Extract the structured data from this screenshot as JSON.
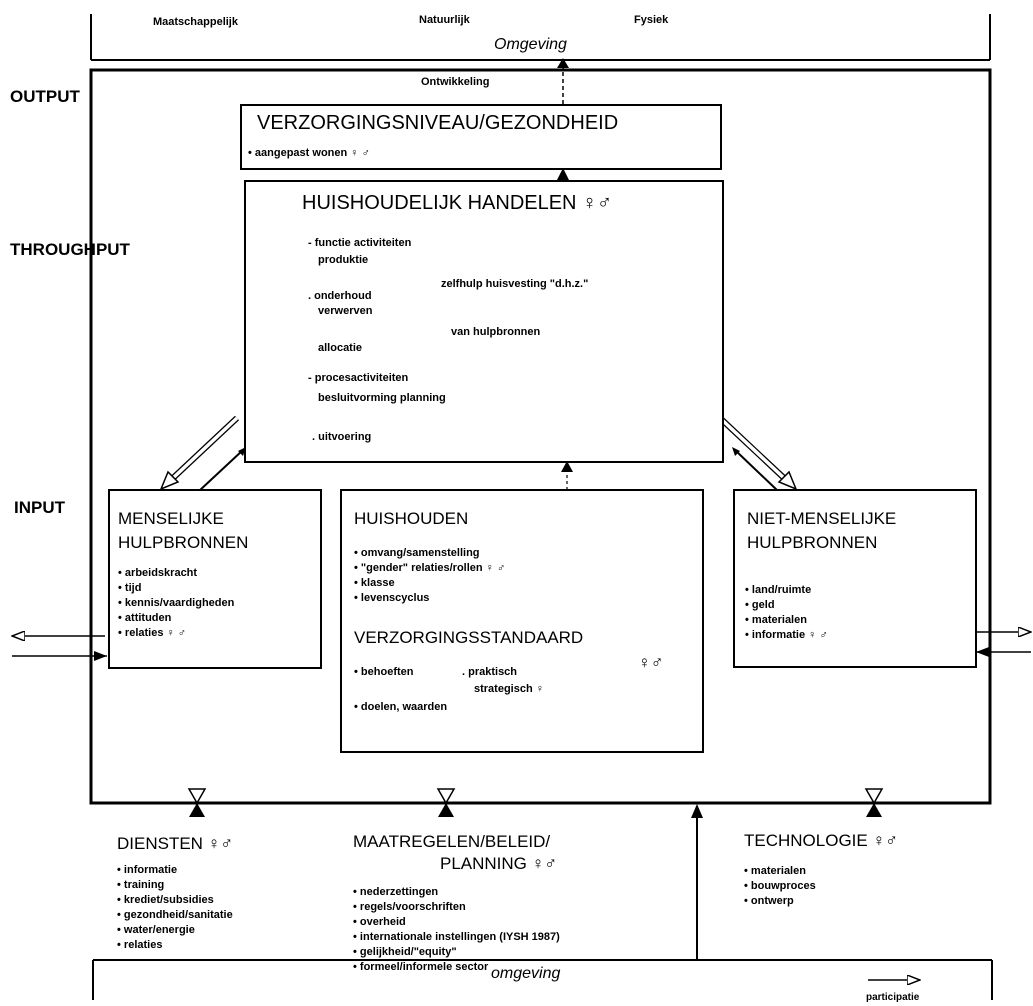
{
  "top_env": {
    "labels": [
      "Maatschappelijk",
      "Natuurlijk",
      "Fysiek"
    ],
    "title": "Omgeving",
    "development": "Ontwikkeling"
  },
  "levels": {
    "output": "OUTPUT",
    "throughput": "THROUGHPUT",
    "input": "INPUT"
  },
  "verzorgingsniveau": {
    "title": "VERZORGINGSNIVEAU/GEZONDHEID",
    "item": "aangepast wonen ♀ ♂"
  },
  "huishoudelijk": {
    "title": "HUISHOUDELIJK HANDELEN ♀♂",
    "func": "- functie activiteiten",
    "produktie": "produktie",
    "onderhoud": ". onderhoud",
    "zelfhulp": "zelfhulp huisvesting \"d.h.z.\"",
    "verwerven": "verwerven",
    "allocatie": "allocatie",
    "hulpbronnen": "van hulpbronnen",
    "proces": "- procesactiviteiten",
    "besluit": "besluitvorming   planning",
    "uitvoering": ". uitvoering"
  },
  "menselijke": {
    "title1": "MENSELIJKE",
    "title2": "HULPBRONNEN",
    "items": [
      "arbeidskracht",
      "tijd",
      "kennis/vaardigheden",
      "attituden",
      "relaties ♀ ♂"
    ]
  },
  "huishouden": {
    "title": "HUISHOUDEN",
    "items": [
      "omvang/samenstelling",
      "\"gender\" relaties/rollen ♀ ♂",
      "klasse",
      "levenscyclus"
    ]
  },
  "verzorgingsstandaard": {
    "title": "VERZORGINGSSTANDAARD",
    "symbols": "♀♂",
    "behoeften": "behoeften",
    "praktisch": ". praktisch",
    "strategisch": "strategisch ♀",
    "doelen": "doelen, waarden"
  },
  "niet_menselijke": {
    "title1": "NIET-MENSELIJKE",
    "title2": "HULPBRONNEN",
    "items": [
      "land/ruimte",
      "geld",
      "materialen",
      "informatie ♀ ♂"
    ]
  },
  "diensten": {
    "title": "DIENSTEN ♀♂",
    "items": [
      "informatie",
      "training",
      "krediet/subsidies",
      "gezondheid/sanitatie",
      "water/energie",
      "relaties"
    ]
  },
  "maatregelen": {
    "title1": "MAATREGELEN/BELEID/",
    "title2": "PLANNING ♀♂",
    "items": [
      "nederzettingen",
      "regels/voorschriften",
      "overheid",
      "internationale instellingen (IYSH 1987)",
      "gelijkheid/\"equity\"",
      "formeel/informele sector"
    ]
  },
  "technologie": {
    "title": "TECHNOLOGIE ♀♂",
    "items": [
      "materialen",
      "bouwproces",
      "ontwerp"
    ]
  },
  "bottom_env": {
    "title": "omgeving"
  },
  "legend": {
    "label": "participatie"
  }
}
